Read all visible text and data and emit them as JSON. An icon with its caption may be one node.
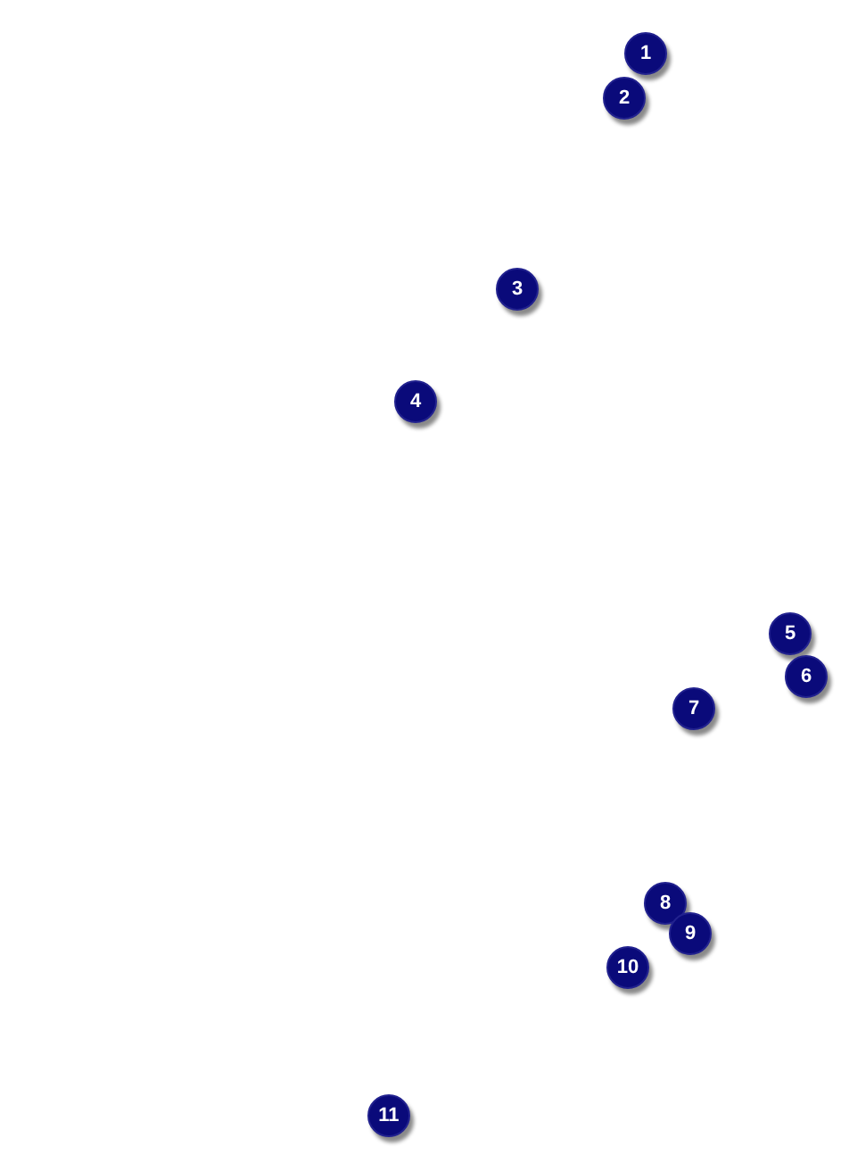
{
  "diagram": {
    "labels": [
      "1",
      "2",
      "3",
      "4",
      "5",
      "6",
      "7",
      "8",
      "9",
      "10",
      "11"
    ]
  }
}
